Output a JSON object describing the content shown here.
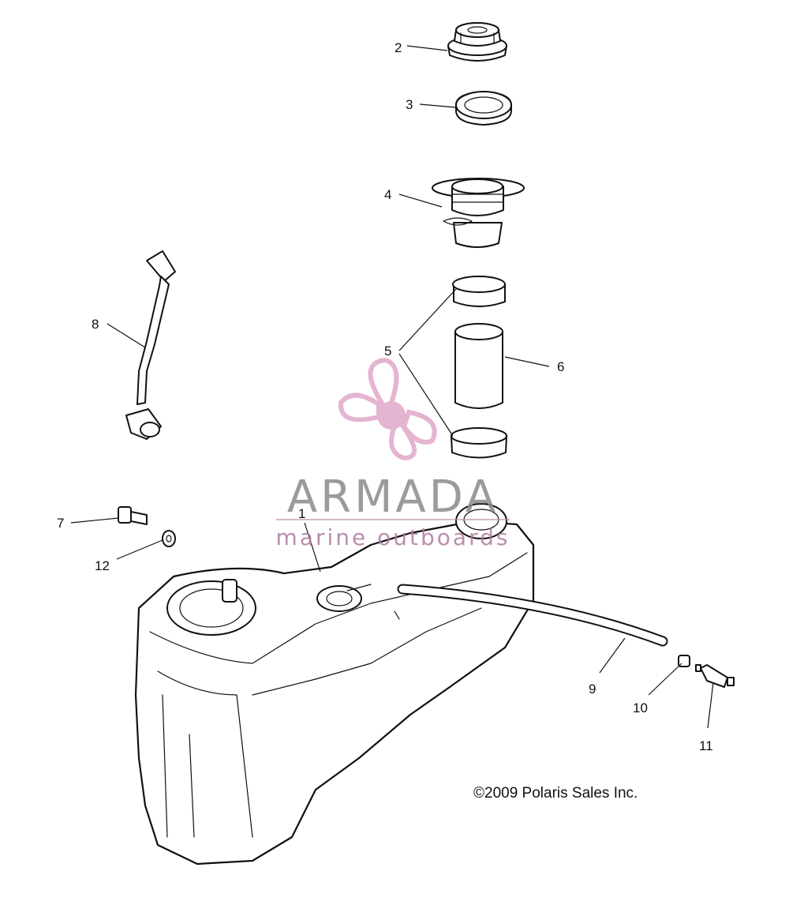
{
  "callouts": [
    {
      "id": "c1",
      "label": "1"
    },
    {
      "id": "c2",
      "label": "2"
    },
    {
      "id": "c3",
      "label": "3"
    },
    {
      "id": "c4",
      "label": "4"
    },
    {
      "id": "c5",
      "label": "5"
    },
    {
      "id": "c6",
      "label": "6"
    },
    {
      "id": "c7",
      "label": "7"
    },
    {
      "id": "c8",
      "label": "8"
    },
    {
      "id": "c9",
      "label": "9"
    },
    {
      "id": "c10",
      "label": "10"
    },
    {
      "id": "c11",
      "label": "11"
    },
    {
      "id": "c12",
      "label": "12"
    }
  ],
  "watermark": {
    "title": "ARMADA",
    "subtitle": "marine outboards",
    "logo_icon": "propeller-icon",
    "color": "#e0a8c8"
  },
  "copyright": "©2009 Polaris Sales Inc."
}
